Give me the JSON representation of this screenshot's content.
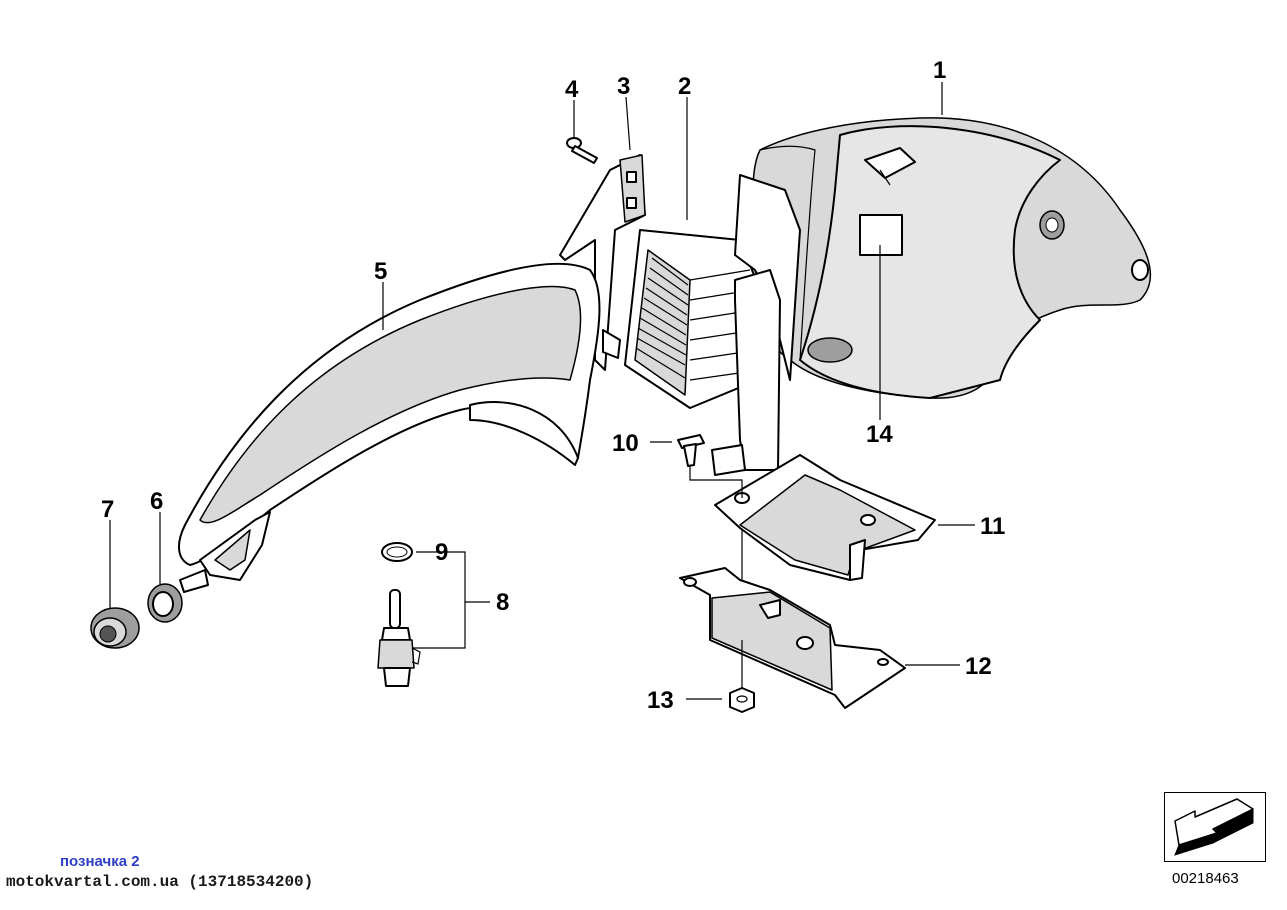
{
  "callouts": {
    "c1": "1",
    "c2": "2",
    "c3": "3",
    "c4": "4",
    "c5": "5",
    "c6": "6",
    "c7": "7",
    "c8": "8",
    "c9": "9",
    "c10": "10",
    "c11": "11",
    "c12": "12",
    "c13": "13",
    "c14": "14"
  },
  "footer": {
    "label": "позначка 2",
    "site": "motokvartal.com.ua (13718534200)",
    "diagram_number": "00218463"
  },
  "colors": {
    "stamp_label": "#2f3ec7",
    "ink": "#000000",
    "shade": "#d9d9d9"
  }
}
